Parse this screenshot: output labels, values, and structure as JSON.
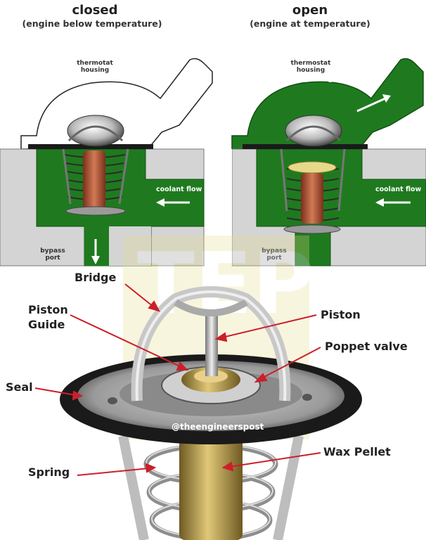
{
  "panels": {
    "closed": {
      "title": "closed",
      "subtitle": "(engine below temperature)",
      "housing_label_line1": "thermotat",
      "housing_label_line2": "housing",
      "flow_label": "coolant flow",
      "bypass_label_line1": "bypass",
      "bypass_label_line2": "port"
    },
    "open": {
      "title": "open",
      "subtitle": "(engine at temperature)",
      "housing_label_line1": "thermostat",
      "housing_label_line2": "housing",
      "flow_label": "coolant flow",
      "bypass_label_line1": "bypass",
      "bypass_label_line2": "port",
      "watermark": "@theengineerspost"
    }
  },
  "photo": {
    "watermark": "@theengineerspost",
    "logo_text": "TEP",
    "labels": {
      "bridge": "Bridge",
      "piston_guide_line1": "Piston",
      "piston_guide_line2": "Guide",
      "piston": "Piston",
      "poppet_valve": "Poppet valve",
      "seal": "Seal",
      "wax_pellet": "Wax Pellet",
      "spring": "Spring"
    }
  },
  "colors": {
    "coolant_green": "#1f7a1f",
    "engine_grey": "#d2d2d2",
    "arrow_red": "#cc1f2a",
    "seal_black": "#1a1a1a",
    "brass": "#b89a45",
    "copper": "#b2553a"
  }
}
